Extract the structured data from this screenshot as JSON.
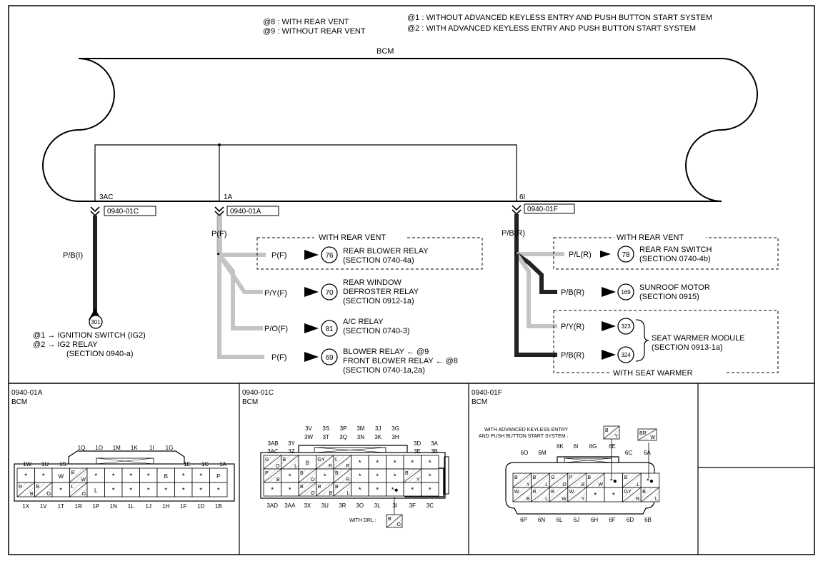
{
  "legend": {
    "vent_with": "@8 : WITH REAR VENT",
    "vent_without": "@9 : WITHOUT REAR VENT",
    "keyless_without": "@1 : WITHOUT ADVANCED KEYLESS ENTRY AND PUSH BUTTON START SYSTEM",
    "keyless_with": "@2 : WITH ADVANCED KEYLESS ENTRY AND PUSH BUTTON START SYSTEM"
  },
  "module": "BCM",
  "terminals": {
    "t3ac": {
      "pin": "3AC",
      "connector": "0940-01C",
      "wire": "P/B(I)"
    },
    "t1a": {
      "pin": "1A",
      "connector": "0940-01A",
      "wire": "P(F)"
    },
    "t6i": {
      "pin": "6I",
      "connector": "0940-01F",
      "wire": "P/B(R)"
    }
  },
  "ignition": {
    "ref": "301",
    "line1": "@1 → IGNITION SWITCH (IG2)",
    "line2": "@2 → IG2 RELAY",
    "line3": "(SECTION 0940-a)"
  },
  "group_rear_vent_a": "WITH REAR VENT",
  "group_rear_vent_b": "WITH REAR VENT",
  "group_seat_warmer": "WITH SEAT WARMER",
  "branches_1a": [
    {
      "wire": "P(F)",
      "ref": "76",
      "line1": "REAR BLOWER RELAY",
      "line2": "(SECTION 0740-4a)",
      "line3": ""
    },
    {
      "wire": "P/Y(F)",
      "ref": "70",
      "line1": "REAR WINDOW",
      "line2": "DEFROSTER RELAY",
      "line3": "(SECTION 0912-1a)"
    },
    {
      "wire": "P/O(F)",
      "ref": "81",
      "line1": "A/C RELAY",
      "line2": "(SECTION 0740-3)",
      "line3": ""
    },
    {
      "wire": "P(F)",
      "ref": "69",
      "line1": "BLOWER RELAY ← @9",
      "line2": "FRONT BLOWER RELAY ← @8",
      "line3": "(SECTION 0740-1a,2a)"
    }
  ],
  "branches_6i": [
    {
      "wire": "P/L(R)",
      "ref": "78",
      "line1": "REAR FAN SWITCH",
      "line2": "(SECTION 0740-4b)"
    },
    {
      "wire": "P/B(R)",
      "ref": "169",
      "line1": "SUNROOF MOTOR",
      "line2": "(SECTION 0915)"
    },
    {
      "wire": "P/Y(R)",
      "ref": "323",
      "line1": "",
      "line2": ""
    },
    {
      "wire": "P/B(R)",
      "ref": "324",
      "line1": "",
      "line2": ""
    }
  ],
  "seat_module": {
    "line1": "SEAT WARMER MODULE",
    "line2": "(SECTION 0913-1a)"
  },
  "connectors": {
    "c01a": {
      "id": "0940-01A",
      "name": "BCM",
      "top_labels": [
        "1Q",
        "1O",
        "1M",
        "1K",
        "1I",
        "1G"
      ],
      "upper_left": [
        "1W",
        "1U",
        "1S"
      ],
      "upper_right": [
        "1E",
        "1C",
        "1A"
      ],
      "bottom_labels": [
        "1X",
        "1V",
        "1T",
        "1R",
        "1P",
        "1N",
        "1L",
        "1J",
        "1H",
        "1F",
        "1D",
        "1B"
      ],
      "row1": [
        "*",
        "*",
        "W",
        "B/W",
        "*",
        "*",
        "*",
        "*",
        "B",
        "*",
        "*",
        "P"
      ],
      "row2": [
        "R/B",
        "B/O",
        "*",
        "L/O",
        "L",
        "*",
        "*",
        "*",
        "*",
        "*",
        "*",
        "*"
      ]
    },
    "c01c": {
      "id": "0940-01C",
      "name": "BCM",
      "top1": [
        "3V",
        "3S",
        "3P",
        "3M",
        "3J",
        "3G"
      ],
      "top2": [
        "3W",
        "3T",
        "3Q",
        "3N",
        "3K",
        "3H"
      ],
      "left1": [
        "3AB",
        "3Y"
      ],
      "left2": [
        "3AC",
        "3Z"
      ],
      "right1": [
        "3D",
        "3A"
      ],
      "right2": [
        "3E",
        "3B"
      ],
      "bottom_labels": [
        "3AD",
        "3AA",
        "3X",
        "3U",
        "3R",
        "3O",
        "3L",
        "3I",
        "3F",
        "3C"
      ],
      "row1": [
        "G/O",
        "B/L",
        "B",
        "GY/R",
        "L/R",
        "*",
        "*",
        "*",
        "*",
        "*"
      ],
      "row2": [
        "P/B",
        "*",
        "B/O",
        "*",
        "B/R",
        "*",
        "*",
        "*",
        "B/Y",
        "*"
      ],
      "row3": [
        "*",
        "*",
        "B/O",
        "R/B",
        "B/L",
        "*",
        "*",
        "*●",
        "*",
        "*"
      ],
      "drl_label": "WITH DRL :",
      "drl_cell": "B/O"
    },
    "c01f": {
      "id": "0940-01F",
      "name": "BCM",
      "keyless_note1": "WITH ADVANCED KEYLESS ENTRY",
      "keyless_note2": "AND PUSH BUTTON START SYSTEM :",
      "keyless_cells": [
        "B/Y",
        "BR/W"
      ],
      "top_labels": [
        "6O",
        "6M",
        "6K",
        "6I",
        "6G",
        "6E",
        "6C",
        "6A"
      ],
      "bottom_labels": [
        "6P",
        "6N",
        "6L",
        "6J",
        "6H",
        "6F",
        "6D",
        "6B"
      ],
      "row1": [
        "B/Y",
        "B/L",
        "G/O",
        "P/B",
        "B/W",
        "*●",
        "B/L",
        "*●"
      ],
      "row2": [
        "W/B",
        "R/L",
        "B/W",
        "W/Y",
        "*",
        "*",
        "GY/R",
        "B/L"
      ]
    }
  }
}
